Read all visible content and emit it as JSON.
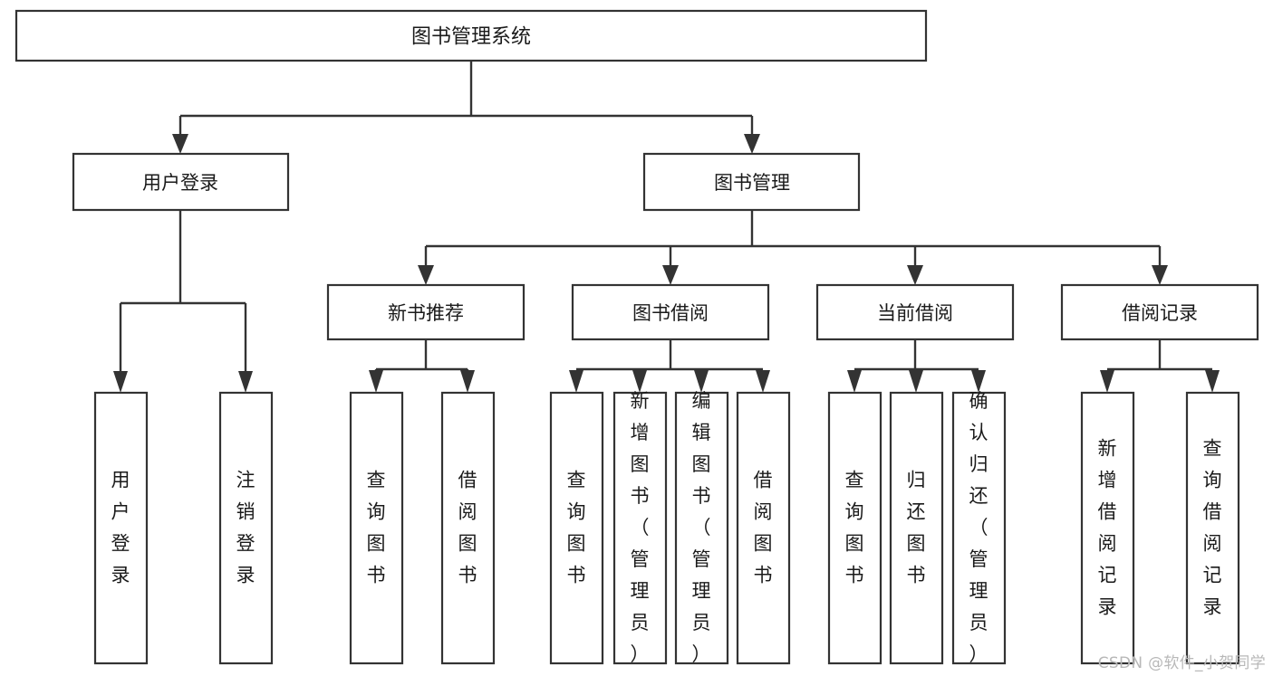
{
  "diagram": {
    "type": "tree-hierarchy-flowchart",
    "title": "图书管理系统",
    "watermark": "CSDN @软件_小贺同学",
    "colors": {
      "box_stroke": "#333333",
      "box_fill": "#ffffff",
      "connector": "#333333",
      "text": "#1a1a1a",
      "watermark": "#b8b8b8",
      "background": "#ffffff"
    },
    "levels": {
      "root": {
        "label": "图书管理系统"
      },
      "level2": [
        {
          "id": "user-login",
          "label": "用户登录"
        },
        {
          "id": "book-management",
          "label": "图书管理"
        }
      ],
      "level3": [
        {
          "id": "new-book-recommend",
          "label": "新书推荐",
          "parent": "book-management"
        },
        {
          "id": "book-borrow",
          "label": "图书借阅",
          "parent": "book-management"
        },
        {
          "id": "current-borrow",
          "label": "当前借阅",
          "parent": "book-management"
        },
        {
          "id": "borrow-record",
          "label": "借阅记录",
          "parent": "book-management"
        }
      ],
      "leaves": {
        "user-login": [
          {
            "id": "leaf-user-login",
            "label": "用户登录"
          },
          {
            "id": "leaf-user-logout",
            "label": "注销登录"
          }
        ],
        "new-book-recommend": [
          {
            "id": "leaf-query-book-1",
            "label": "查询图书"
          },
          {
            "id": "leaf-borrow-book-1",
            "label": "借阅图书"
          }
        ],
        "book-borrow": [
          {
            "id": "leaf-query-book-2",
            "label": "查询图书"
          },
          {
            "id": "leaf-add-book",
            "label": "新增图书（管理员）"
          },
          {
            "id": "leaf-edit-book",
            "label": "编辑图书（管理员）"
          },
          {
            "id": "leaf-borrow-book-2",
            "label": "借阅图书"
          }
        ],
        "current-borrow": [
          {
            "id": "leaf-query-book-3",
            "label": "查询图书"
          },
          {
            "id": "leaf-return-book",
            "label": "归还图书"
          },
          {
            "id": "leaf-confirm-return",
            "label": "确认归还（管理员）"
          }
        ],
        "borrow-record": [
          {
            "id": "leaf-add-record",
            "label": "新增借阅记录"
          },
          {
            "id": "leaf-query-record",
            "label": "查询借阅记录"
          }
        ]
      }
    }
  }
}
